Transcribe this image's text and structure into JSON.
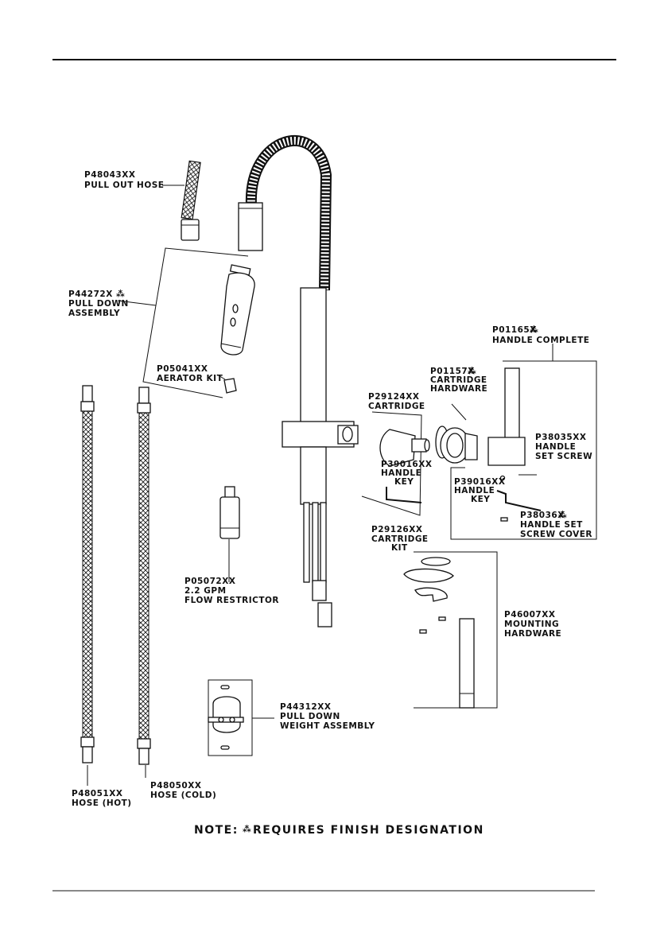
{
  "parts": {
    "pull_out_hose": {
      "number": "P48043XX",
      "name": "PULL OUT HOSE"
    },
    "pull_down_assembly": {
      "number": "P44272X",
      "name_line1": "PULL DOWN",
      "name_line2": "ASSEMBLY"
    },
    "aerator_kit": {
      "number": "P05041XX",
      "name": "AERATOR KIT"
    },
    "handle_complete": {
      "number": "P01165X",
      "name": "HANDLE COMPLETE"
    },
    "cartridge_hardware": {
      "number": "P01157X",
      "name_line1": "CARTRIDGE",
      "name_line2": "HARDWARE"
    },
    "cartridge": {
      "number": "P29124XX",
      "name": "CARTRIDGE"
    },
    "handle_key_cartridge_kit": {
      "number": "P39016XX",
      "name_line1": "HANDLE",
      "name_line2": "KEY"
    },
    "handle_set_screw": {
      "number": "P38035XX",
      "name_line1": "HANDLE",
      "name_line2": "SET SCREW"
    },
    "handle_key_handle_kit": {
      "number": "P39016XX",
      "name_line1": "HANDLE",
      "name_line2": "KEY"
    },
    "handle_set_screw_cover": {
      "number": "P38036X",
      "name_line1": "HANDLE SET",
      "name_line2": "SCREW COVER"
    },
    "cartridge_kit": {
      "number": "P29126XX",
      "name_line1": "CARTRIDGE",
      "name_line2": "KIT"
    },
    "flow_restrictor": {
      "number": "P05072XX",
      "name_line1": "2.2 GPM",
      "name_line2": "FLOW RESTRICTOR"
    },
    "mounting_hardware": {
      "number": "P46007XX",
      "name_line1": "MOUNTING",
      "name_line2": "HARDWARE"
    },
    "pull_down_weight": {
      "number": "P44312XX",
      "name_line1": "PULL DOWN",
      "name_line2": "WEIGHT ASSEMBLY"
    },
    "hose_hot": {
      "number": "P48051XX",
      "name": "HOSE (HOT)"
    },
    "hose_cold": {
      "number": "P48050XX",
      "name": "HOSE (COLD)"
    }
  },
  "note": {
    "prefix": "NOTE:",
    "text": "REQUIRES FINISH DESIGNATION"
  }
}
